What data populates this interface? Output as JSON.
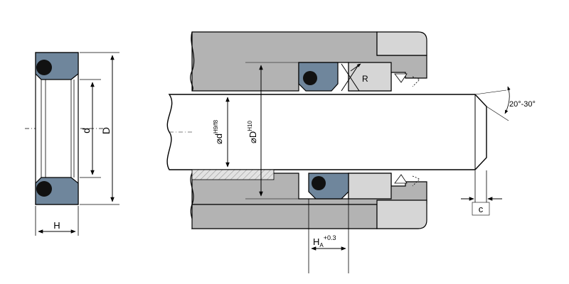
{
  "labels": {
    "d": "d",
    "D": "D",
    "H": "H",
    "R": "R",
    "angle": "20°-30°",
    "c": "c",
    "HA": "H",
    "HA_sub": "A",
    "HA_tol": "+0.3",
    "phi_d": "⌀d",
    "phi_d_tol": "H9/f8",
    "phi_D": "⌀D",
    "phi_D_tol": "H10"
  },
  "colors": {
    "housing": "#b3b3b3",
    "housing_light": "#d6d6d6",
    "seal": "#6f869c",
    "oring": "#111111",
    "rod": "#ffffff",
    "line": "#000000"
  }
}
